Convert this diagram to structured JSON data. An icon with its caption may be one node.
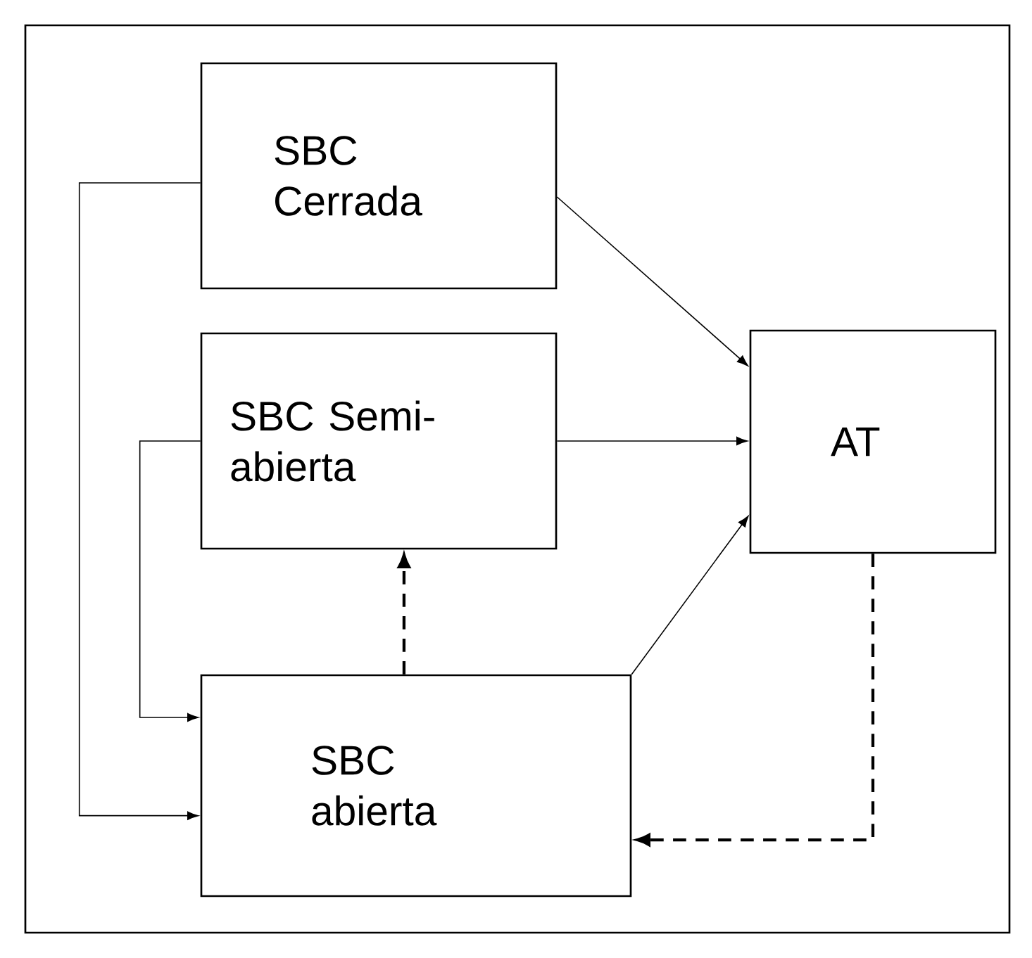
{
  "diagram": {
    "nodes": [
      {
        "text": [
          "SBC Cerrada"
        ]
      },
      {
        "text": [
          "SBC Semi-abierta"
        ]
      },
      {
        "text": [
          "AT"
        ]
      },
      {
        "text": [
          "SBC abierta"
        ]
      }
    ],
    "edges": [
      {
        "from": 0,
        "to": 2,
        "arrow": "to"
      },
      {
        "from": 1,
        "to": 2,
        "arrow": "to"
      },
      {
        "from": 3,
        "to": 2,
        "arrow": "to"
      },
      {
        "from": 0,
        "to": 3,
        "arrow": "to"
      },
      {
        "from": 1,
        "to": 3,
        "arrow": "to"
      },
      {
        "from": 3,
        "to": 1,
        "arrow": "to",
        "style": "dashed"
      },
      {
        "from": 2,
        "to": 3,
        "arrow": "to",
        "style": "dashed"
      }
    ]
  }
}
